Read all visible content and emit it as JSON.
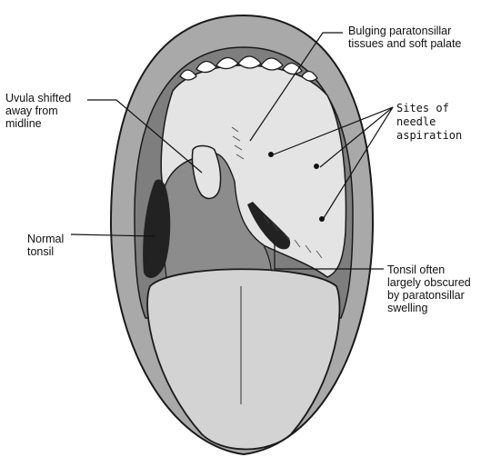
{
  "labels": {
    "bulging": "Bulging paratonsillar\ntissues and soft palate",
    "uvula": "Uvula shifted\naway from\nmidline",
    "needle": "Sites of needle\naspiration",
    "normal_tonsil": "Normal\ntonsil",
    "tonsil_obscured": "Tonsil often\nlargely obscured\nby paratonsillar\nswelling"
  },
  "colors": {
    "outline": "#1a1a1a",
    "lip": "#a9a9a9",
    "cavity": "#7e7e7e",
    "palate": "#e4e4e4",
    "teeth": "#ffffff",
    "tonsil": "#222222",
    "tongue": "#d3d3d3"
  },
  "icons": {
    "needle_site": "dot"
  }
}
